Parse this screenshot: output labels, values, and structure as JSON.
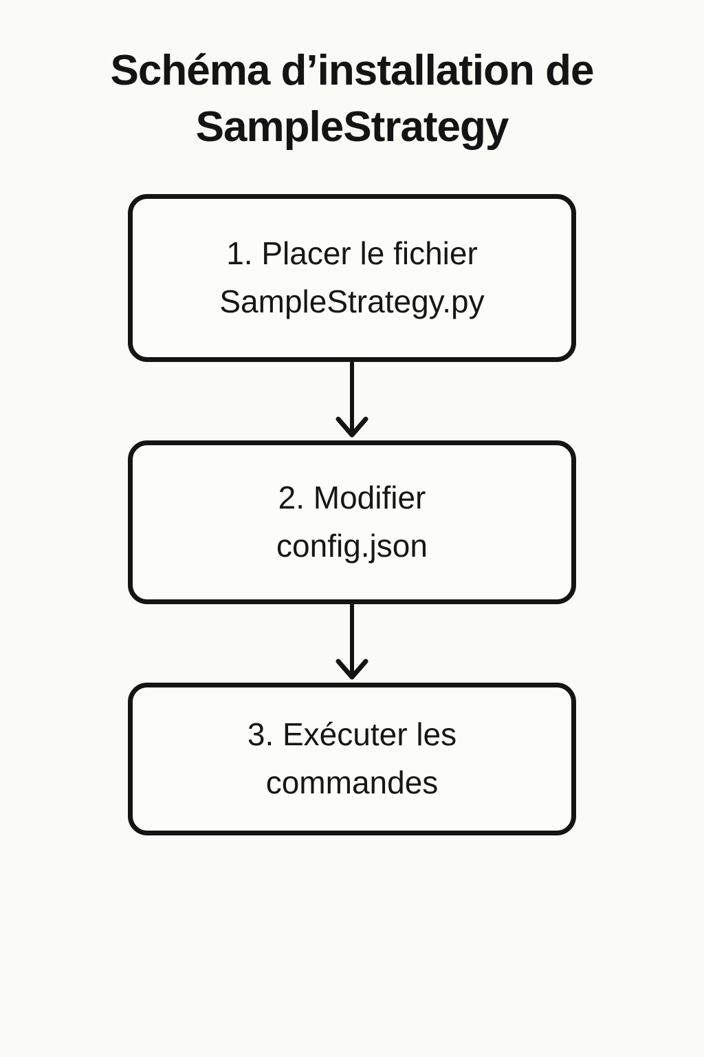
{
  "title": "Schéma d’installation de SampleStrategy",
  "colors": {
    "background": "#fafaf7",
    "stroke": "#141414",
    "box_fill": "#fcfcfa",
    "text": "#161616"
  },
  "steps": [
    {
      "line1": "1. Placer le fichier",
      "line2": "SampleStrategy.py"
    },
    {
      "line1": "2. Modifier",
      "line2": "config.json"
    },
    {
      "line1": "3. Exécuter les",
      "line2": "commandes"
    }
  ],
  "connectors": [
    {
      "from": "step-1",
      "to": "step-2"
    },
    {
      "from": "step-2",
      "to": "step-3"
    }
  ]
}
